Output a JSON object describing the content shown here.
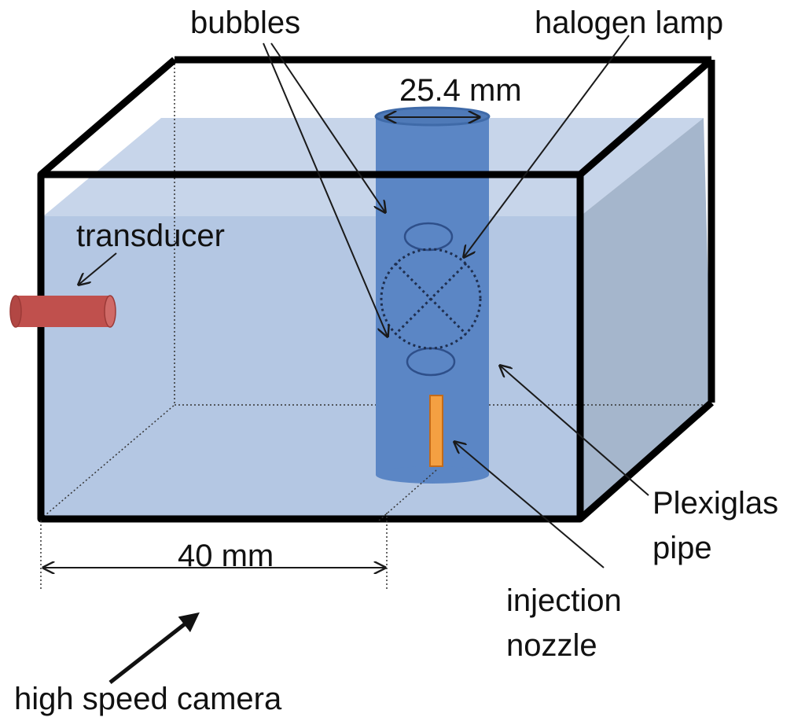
{
  "labels": {
    "bubbles": "bubbles",
    "halogen_lamp": "halogen lamp",
    "pipe_diameter": "25.4 mm",
    "transducer": "transducer",
    "plexiglas_line1": "Plexiglas",
    "plexiglas_line2": "pipe",
    "width_dimension": "40 mm",
    "nozzle_line1": "injection",
    "nozzle_line2": "nozzle",
    "camera": "high speed camera"
  },
  "colors": {
    "water": "#b4c7e3",
    "water_side": "#a5b6cc",
    "pipe": "#5b86c5",
    "pipe_top": "#4f7ab8",
    "transducer": "#c0504d",
    "nozzle": "#f4a042",
    "frame": "#000000"
  },
  "icons": {
    "lamp": "lamp-circle-with-cross",
    "bubble": "ellipse"
  }
}
